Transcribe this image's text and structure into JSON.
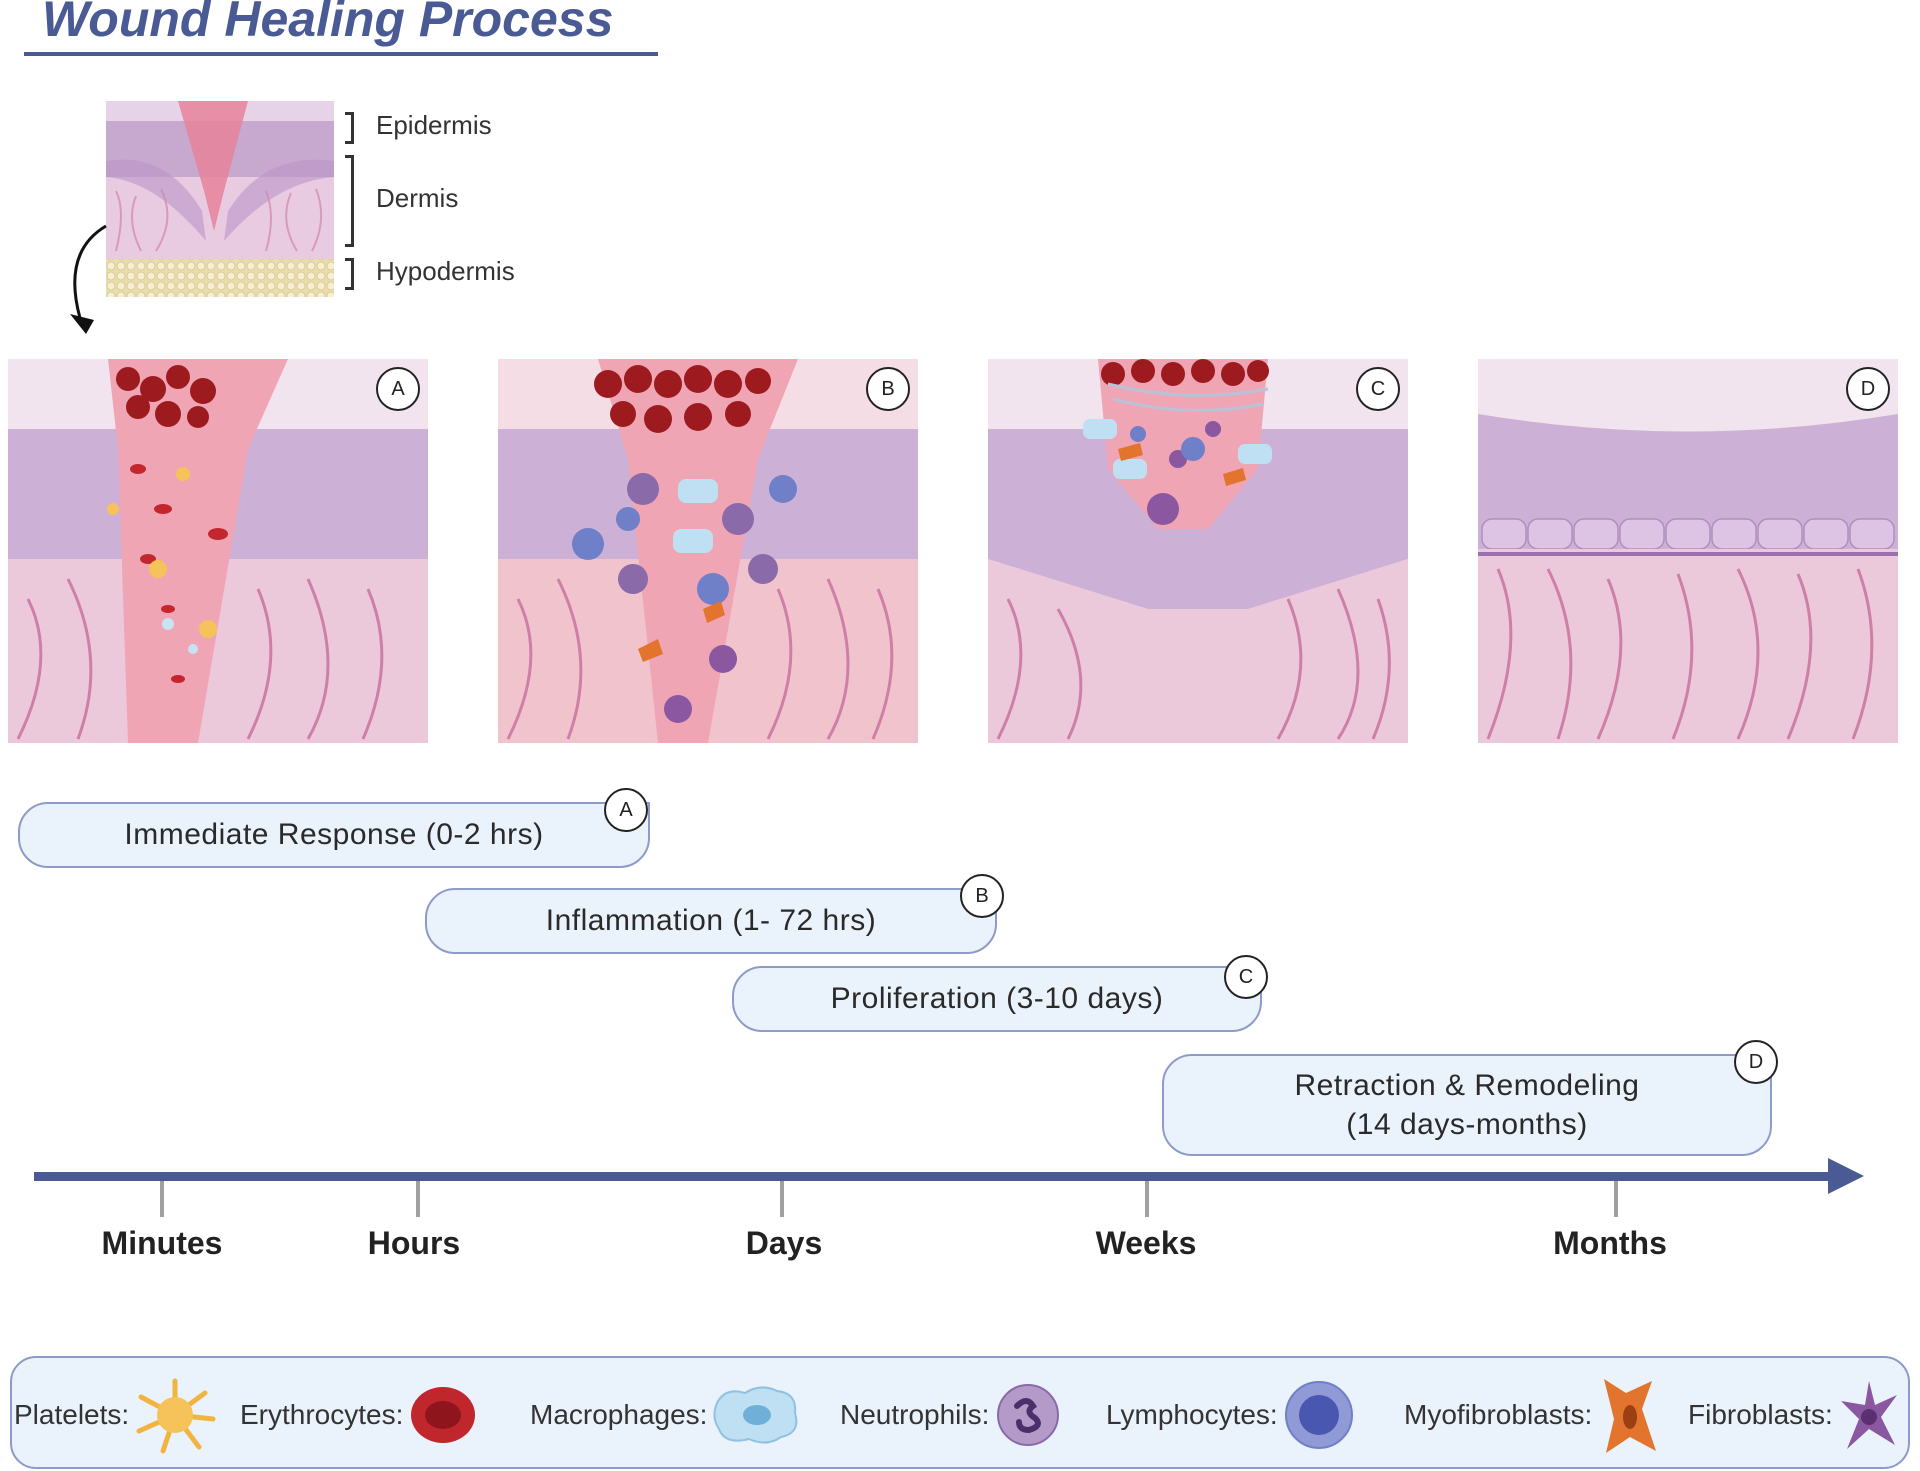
{
  "title": "Wound Healing Process",
  "skin_layers": [
    "Epidermis",
    "Dermis",
    "Hypodermis"
  ],
  "panels": [
    {
      "tag": "A"
    },
    {
      "tag": "B"
    },
    {
      "tag": "C"
    },
    {
      "tag": "D"
    }
  ],
  "phases": [
    {
      "tag": "A",
      "line1": "Immediate Response (0-2 hrs)",
      "line2": ""
    },
    {
      "tag": "B",
      "line1": "Inflammation (1- 72 hrs)",
      "line2": ""
    },
    {
      "tag": "C",
      "line1": "Proliferation (3-10 days)",
      "line2": ""
    },
    {
      "tag": "D",
      "line1": "Retraction & Remodeling",
      "line2": "(14 days-months)"
    }
  ],
  "timeline": [
    "Minutes",
    "Hours",
    "Days",
    "Weeks",
    "Months"
  ],
  "legend": [
    {
      "label": "Platelets:",
      "icon": "platelet-icon",
      "color": "#f6c25a"
    },
    {
      "label": "Erythrocytes:",
      "icon": "erythrocyte-icon",
      "color": "#c0272d"
    },
    {
      "label": "Macrophages:",
      "icon": "macrophage-icon",
      "color": "#bfe0f2"
    },
    {
      "label": "Neutrophils:",
      "icon": "neutrophil-icon",
      "color": "#b39ac8"
    },
    {
      "label": "Lymphocytes:",
      "icon": "lymphocyte-icon",
      "color": "#6f7fc8"
    },
    {
      "label": "Myofibroblasts:",
      "icon": "myofibroblast-icon",
      "color": "#e2742e"
    },
    {
      "label": "Fibroblasts:",
      "icon": "fibroblast-icon",
      "color": "#8a57a0"
    }
  ],
  "colors": {
    "accent": "#4a5a95",
    "phase_fill": "#eaf2fb",
    "phase_border": "#8d9bc8"
  }
}
